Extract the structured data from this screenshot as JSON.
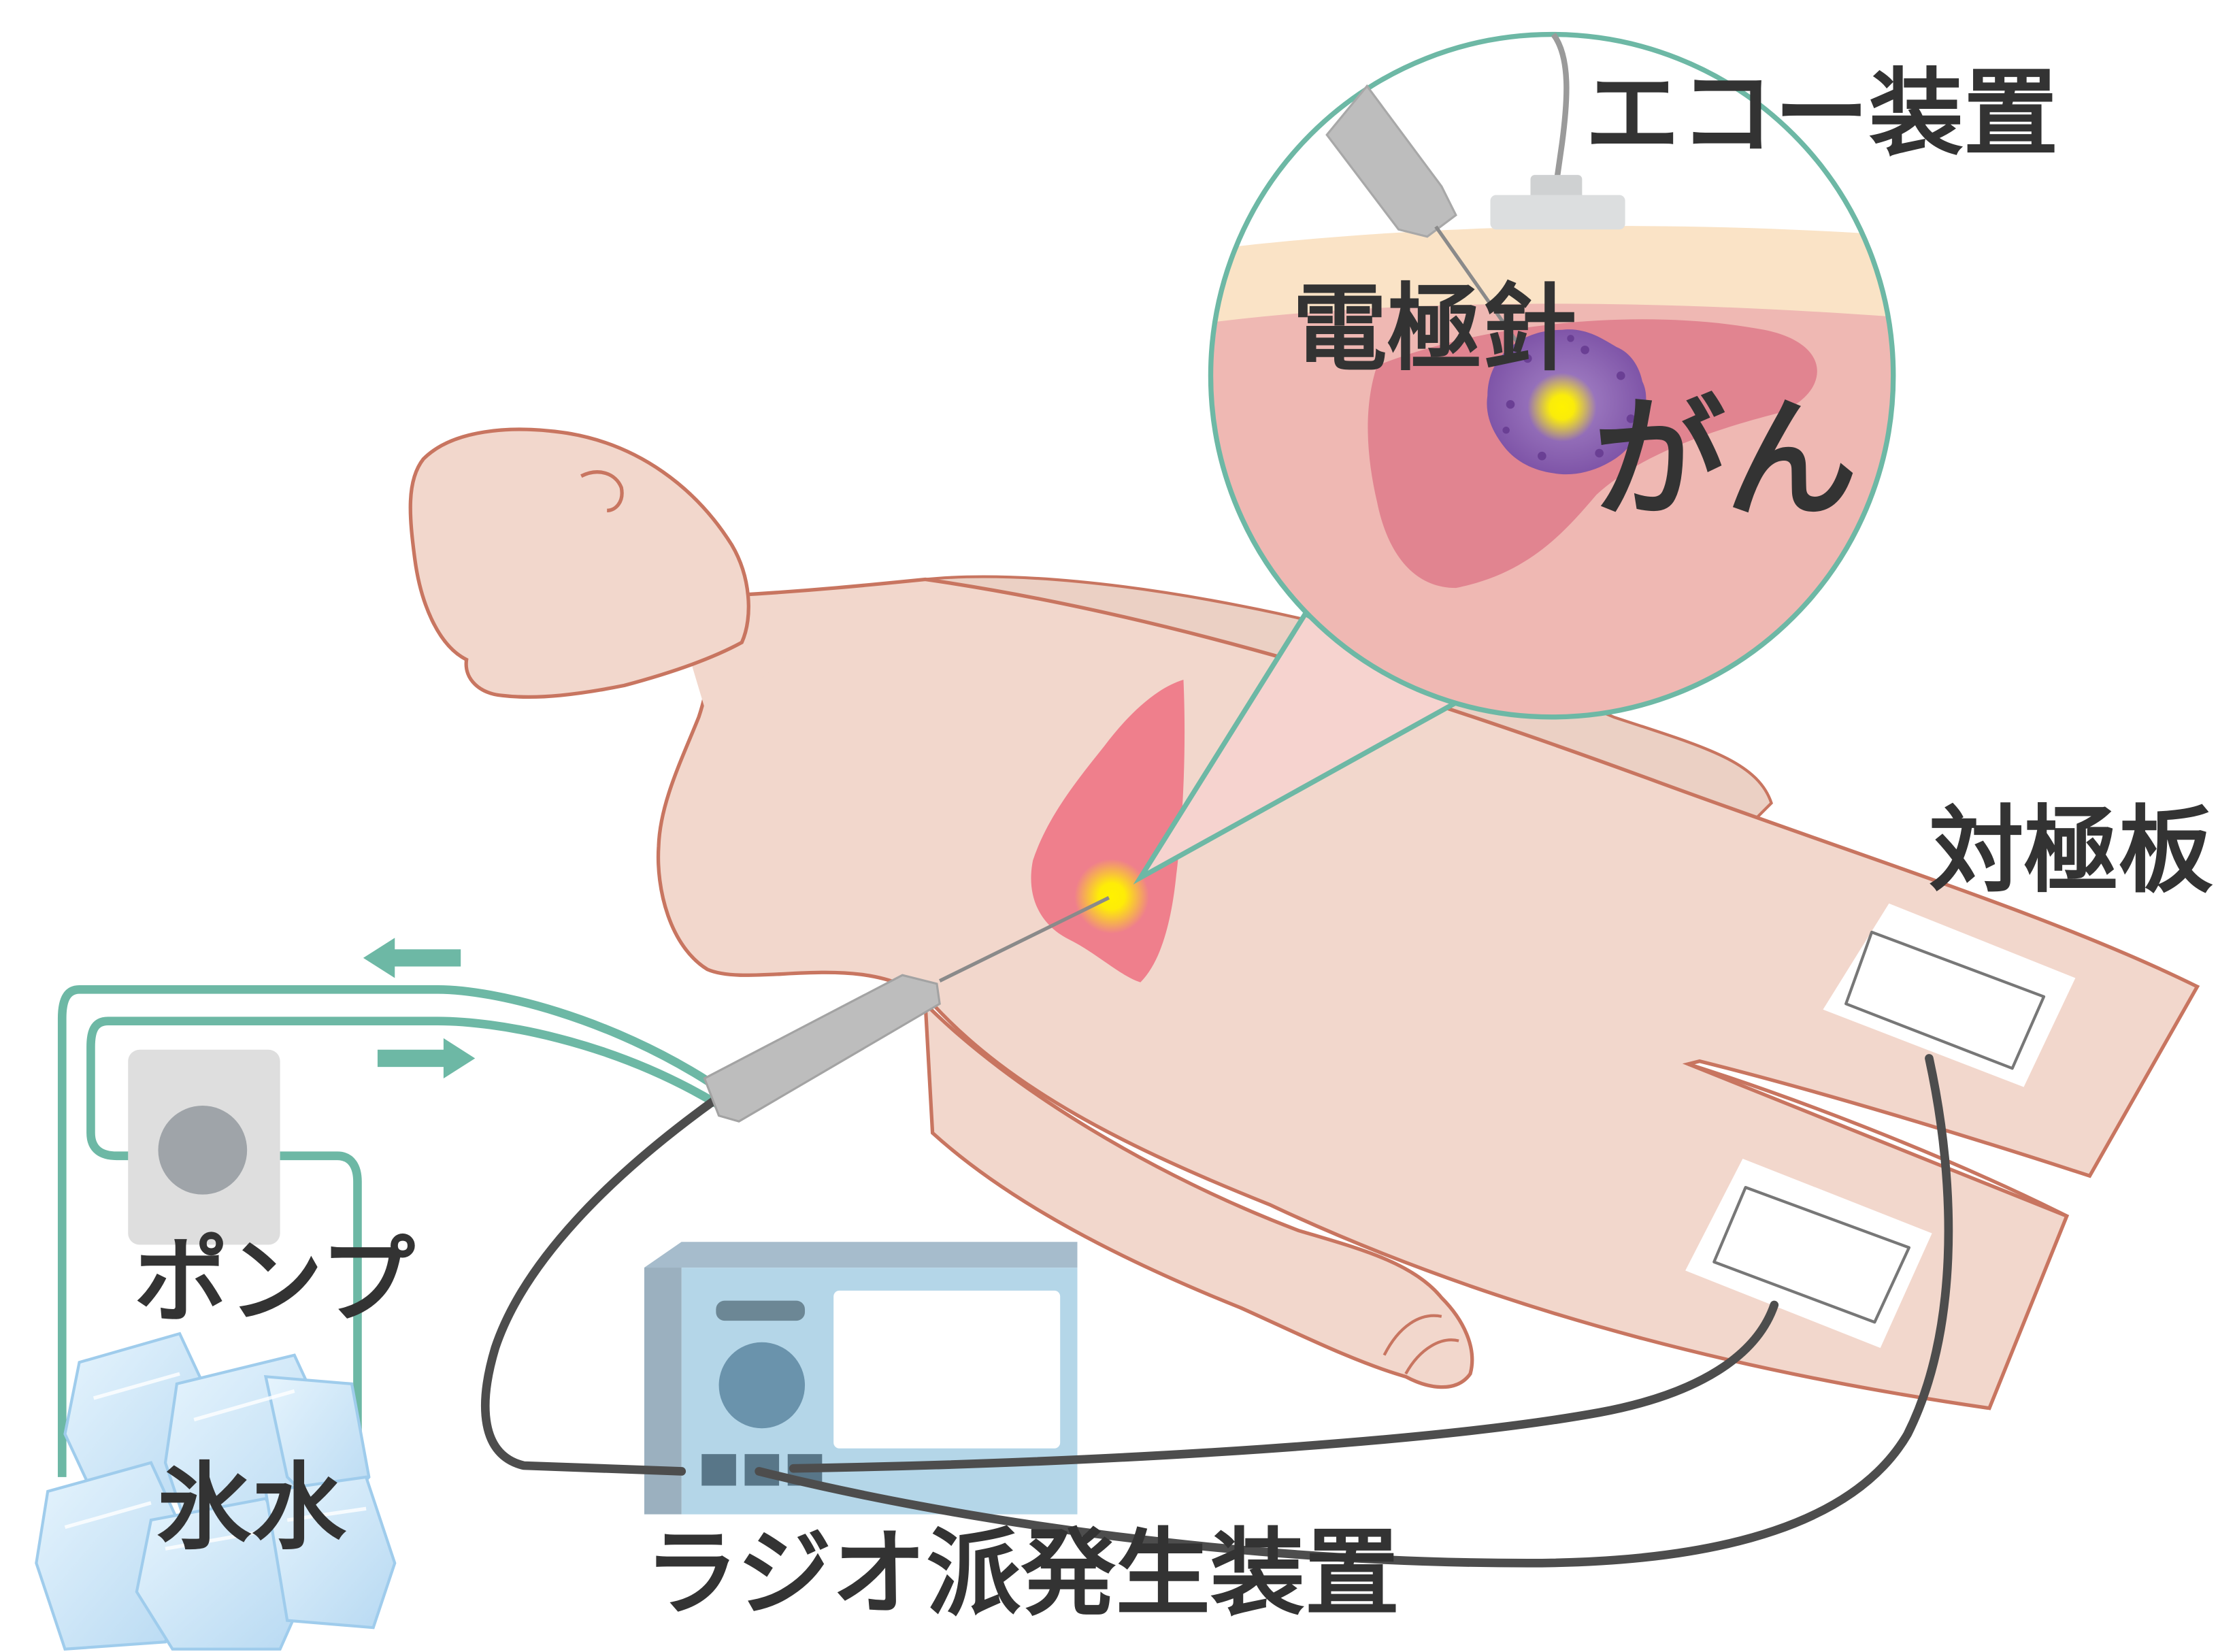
{
  "labels": {
    "echo_device": "エコー装置",
    "electrode_needle": "電極針",
    "cancer": "がん",
    "return_electrode": "対極板",
    "pump": "ポンプ",
    "ice_water": "氷水",
    "rf_generator": "ラジオ派発生装置"
  },
  "colors": {
    "skin": "#f2d7cc",
    "skin_outline": "#c87560",
    "liver": "#ef7f8c",
    "liver_zoom": "#e18490",
    "tissue_zoom": "#efb8b3",
    "fat_layer": "#fae3c6",
    "tube_teal": "#6db8a5",
    "cable_dark": "#4d4d4d",
    "device_blue": "#b4d6e8",
    "device_side": "#9bb0bf",
    "tumor_purple": "#8c62b0",
    "hot_spot": "#fff200",
    "ice": "#cbe5f7",
    "pump_body": "#dedede",
    "pump_circle": "#9fa4a9"
  }
}
